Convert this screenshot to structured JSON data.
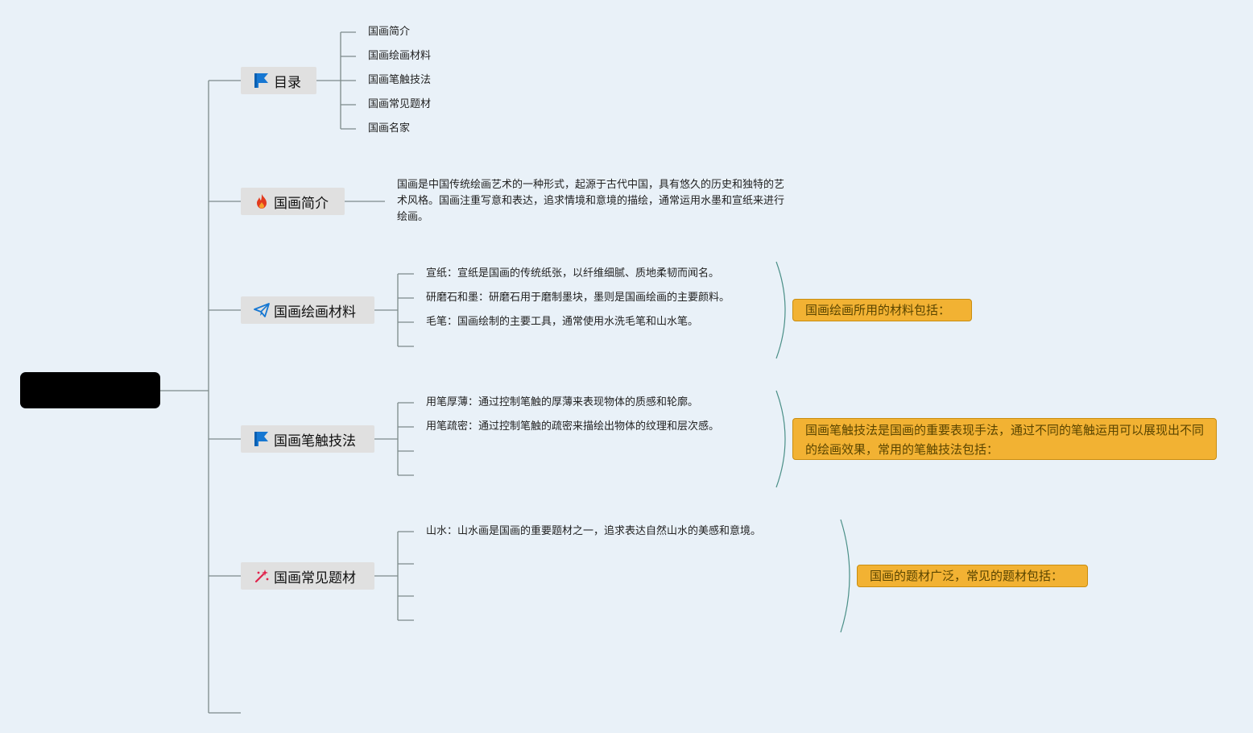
{
  "root": {
    "label": ""
  },
  "topics": {
    "toc": {
      "label": "目录",
      "icon": "flag-icon"
    },
    "intro": {
      "label": "国画简介",
      "icon": "fire-icon"
    },
    "materials": {
      "label": "国画绘画材料",
      "icon": "paper-plane-icon"
    },
    "brushwork": {
      "label": "国画笔触技法",
      "icon": "flag-icon"
    },
    "subjects": {
      "label": "国画常见题材",
      "icon": "sparkle-icon"
    }
  },
  "toc_items": [
    "国画简介",
    "国画绘画材料",
    "国画笔触技法",
    "国画常见题材",
    "国画名家"
  ],
  "intro_text": "国画是中国传统绘画艺术的一种形式，起源于古代中国，具有悠久的历史和独特的艺术风格。国画注重写意和表达，追求情境和意境的描绘，通常运用水墨和宣纸来进行绘画。",
  "materials_items": [
    "宣纸：宣纸是国画的传统纸张，以纤维细腻、质地柔韧而闻名。",
    "研磨石和墨：研磨石用于磨制墨块，墨则是国画绘画的主要颜料。",
    "毛笔：国画绘制的主要工具，通常使用水洗毛笔和山水笔。"
  ],
  "brushwork_items": [
    "用笔厚薄：通过控制笔触的厚薄来表现物体的质感和轮廓。",
    "用笔疏密：通过控制笔触的疏密来描绘出物体的纹理和层次感。"
  ],
  "subjects_items": [
    "山水：山水画是国画的重要题材之一，追求表达自然山水的美感和意境。"
  ],
  "summaries": {
    "materials": "国画绘画所用的材料包括：",
    "brushwork": "国画笔触技法是国画的重要表现手法，通过不同的笔触运用可以展现出不同的绘画效果，常用的笔触技法包括：",
    "subjects": "国画的题材广泛，常见的题材包括："
  },
  "colors": {
    "background": "#e9f1f8",
    "line": "#7d8a8a",
    "topic_bg": "#e0e0e0",
    "summary_bg": "#f2b233",
    "bracket": "#4a8f87",
    "flag_blue": "#1677d2",
    "fire_red": "#e23a1e",
    "sparkle_red": "#e0224b"
  }
}
